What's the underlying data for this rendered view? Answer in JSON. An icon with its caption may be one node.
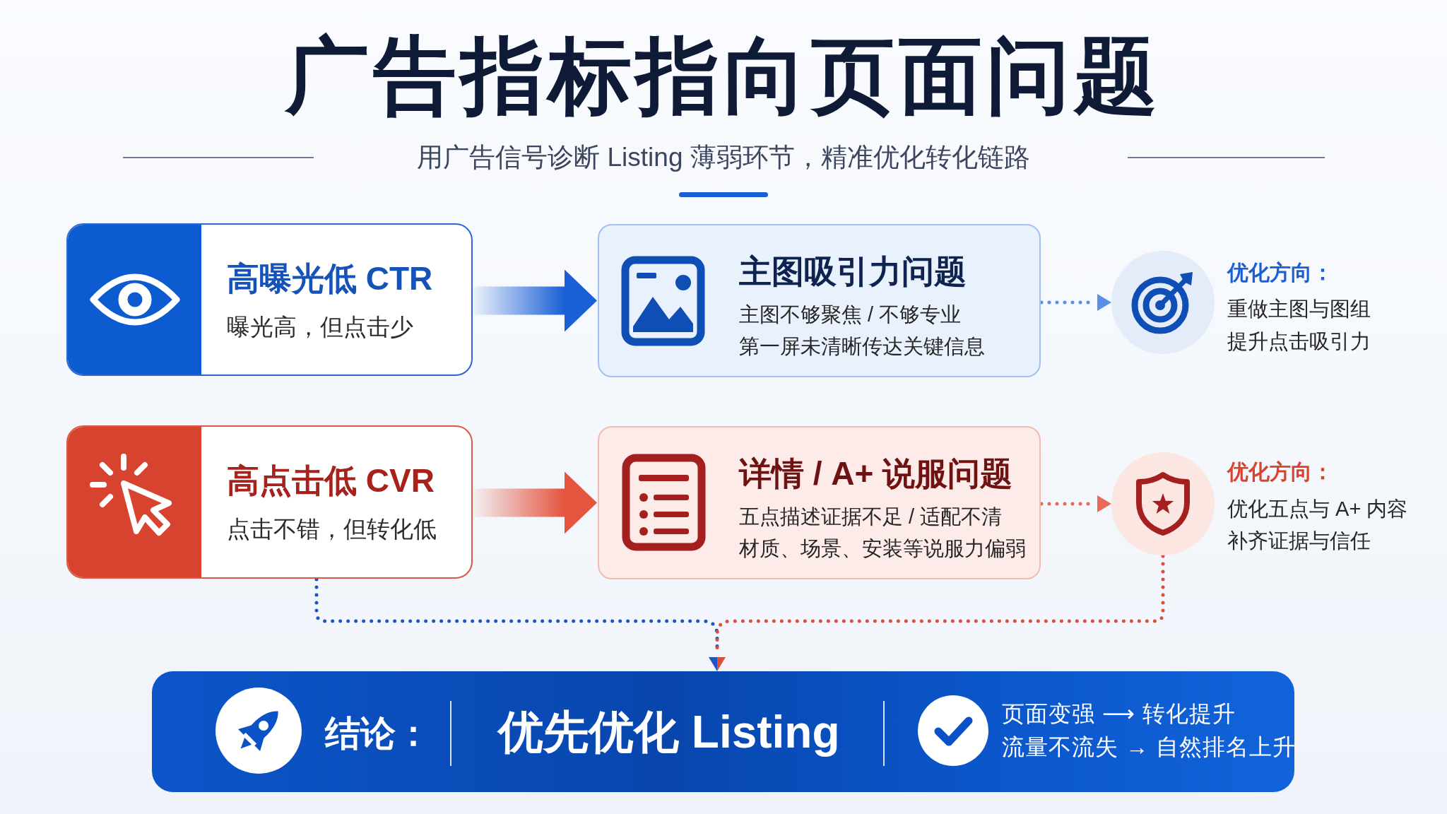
{
  "diagram": {
    "title": "广告指标指向页面问题",
    "nodes": [
      {
        "text": [
          "高曝光低 CTR",
          "曝光高，但点击少"
        ]
      },
      {
        "text": [
          "主图吸引力问题",
          "主图不够聚焦 / 不够专业",
          "第一屏未清晰传达关键信息"
        ]
      },
      {
        "text": [],
        "shape": "circle",
        "beside": [
          "优化方向：",
          "重做主图与图组",
          "提升点击吸引力"
        ]
      },
      {
        "text": [
          "高点击低 CVR",
          "点击不错，但转化低"
        ]
      },
      {
        "text": [
          "详情 / A+ 说服问题",
          "五点描述证据不足 / 适配不清",
          "材质、场景、安装等说服力偏弱"
        ]
      },
      {
        "text": [],
        "shape": "circle",
        "beside": [
          "优化方向：",
          "优化五点与 A+ 内容",
          "补齐证据与信任"
        ]
      },
      {
        "text": [
          "结论：",
          "优先优化 Listing",
          "页面变强 ⟶ 转化提升",
          "流量不流失 → 自然排名上升"
        ]
      }
    ],
    "edges": [
      {
        "from": 0,
        "to": 1,
        "arrow": "to",
        "style": "thick",
        "color": "#1a5fd6"
      },
      {
        "from": 1,
        "to": 2,
        "arrow": "to",
        "style": "dashed",
        "color": "#5b8fe6"
      },
      {
        "from": 3,
        "to": 4,
        "arrow": "to",
        "style": "thick",
        "color": "#e4553f"
      },
      {
        "from": 4,
        "to": 5,
        "arrow": "to",
        "style": "dashed",
        "color": "#e86a55"
      },
      {
        "from": 3,
        "to": 6,
        "arrow": "to",
        "style": "dashed",
        "color": "#1f55c2"
      },
      {
        "from": 5,
        "to": 6,
        "arrow": "to",
        "style": "dashed",
        "color": "#d9503f"
      }
    ],
    "labels": [
      "用广告信号诊断 Listing 薄弱环节，精准优化转化链路"
    ]
  }
}
